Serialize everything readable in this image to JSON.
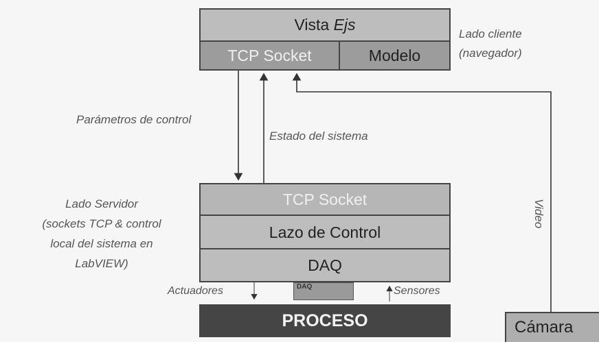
{
  "client": {
    "vista_prefix": "Vista ",
    "vista_italic": "Ejs",
    "tcp_socket": "TCP Socket",
    "modelo": "Modelo",
    "side_label_line1": "Lado cliente",
    "side_label_line2": "(navegador)"
  },
  "server": {
    "tcp_socket": "TCP Socket",
    "lazo": "Lazo de Control",
    "daq": "DAQ",
    "side_label_lines": [
      "Lado Servidor",
      "(sockets TCP  & control",
      "local del sistema en",
      "LabVIEW)"
    ]
  },
  "links": {
    "parametros": "Parámetros de control",
    "estado": "Estado del sistema",
    "video": "Video",
    "actuadores": "Actuadores",
    "sensores": "Sensores"
  },
  "daq_chip": "DAQ",
  "proceso": "PROCESO",
  "camara": "Cámara"
}
